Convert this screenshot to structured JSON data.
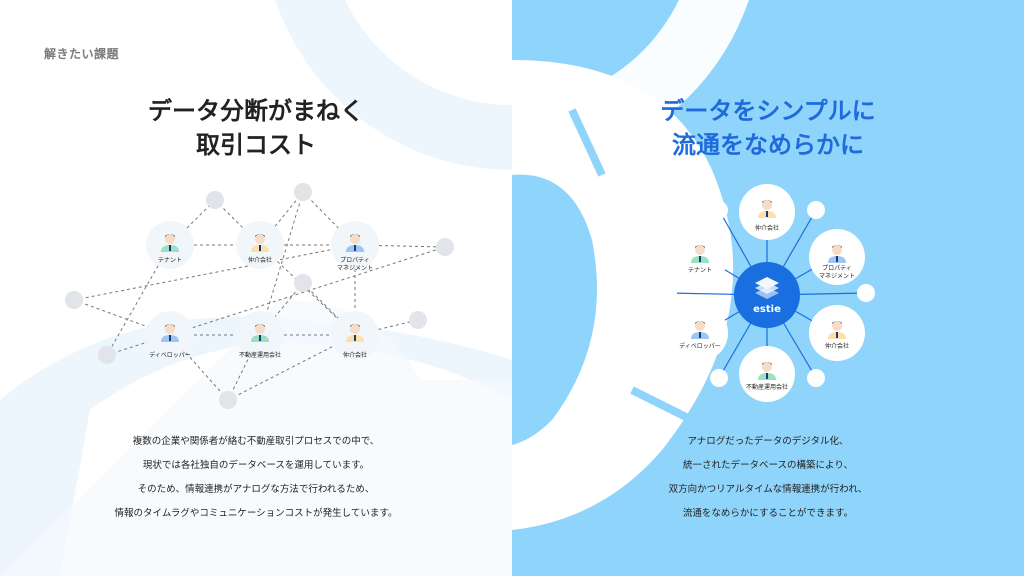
{
  "section_label": "解きたい課題",
  "left": {
    "heading": [
      "データ分断がまねく",
      "取引コスト"
    ],
    "nodes": {
      "tenant": "テナント",
      "broker": "仲介会社",
      "property_mgmt": [
        "プロパティ",
        "マネジメント"
      ],
      "developer": "ディベロッパー",
      "real_estate_mgmt": "不動産運用会社",
      "broker2": "仲介会社"
    },
    "description": [
      "複数の企業や関係者が絡む不動産取引プロセスでの中で、",
      "現状では各社独自のデータベースを運用しています。",
      "そのため、情報連携がアナログな方法で行われるため、",
      "情報のタイムラグやコミュニケーションコストが発生しています。"
    ]
  },
  "right": {
    "heading": [
      "データをシンプルに",
      "流通をなめらかに"
    ],
    "logo": "estie",
    "nodes": {
      "broker_top": "仲介会社",
      "tenant": "テナント",
      "property_mgmt": [
        "プロパティ",
        "マネジメント"
      ],
      "developer": "ディベロッパー",
      "broker_right": "仲介会社",
      "real_estate_mgmt": "不動産運用会社"
    },
    "description": [
      "アナログだったデータのデジタル化、",
      "統一されたデータベースの構築により、",
      "双方向かつリアルタイムな情報連携が行われ、",
      "流通をなめらかにすることができます。"
    ]
  },
  "colors": {
    "right_bg": "#8fd4fa",
    "accent_blue": "#1f6bdc",
    "logo_blue": "#1a6fe0",
    "person_green": "#9be0c0",
    "person_yellow": "#fde0a8",
    "person_blue": "#9ec6f5"
  }
}
